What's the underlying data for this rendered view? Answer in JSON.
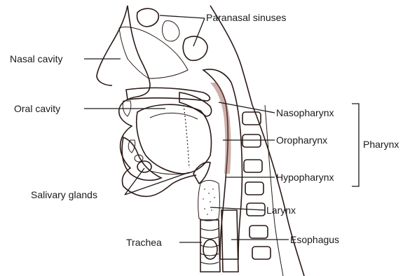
{
  "labels": {
    "paranasal_sinuses": "Paranasal sinuses",
    "nasal_cavity": "Nasal cavity",
    "oral_cavity": "Oral cavity",
    "nasopharynx": "Nasopharynx",
    "oropharynx": "Oropharynx",
    "hypopharynx": "Hypopharynx",
    "pharynx": "Pharynx",
    "salivary_glands": "Salivary glands",
    "larynx": "Larynx",
    "trachea": "Trachea",
    "esophagus": "Esophagus"
  },
  "colors": {
    "tissue": "#b77a6e",
    "tissue_dark": "#8e4f45",
    "tissue_light": "#e8c9c0",
    "ink": "#2a1a16",
    "bone": "#f3ece6"
  }
}
